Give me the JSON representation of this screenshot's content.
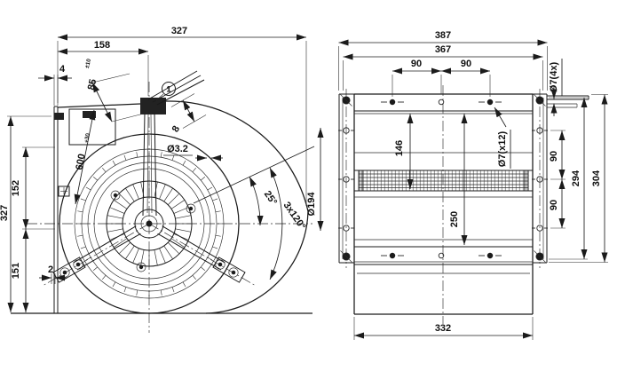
{
  "side": {
    "w327": "327",
    "w158": "158",
    "o4": "4",
    "cp": "85",
    "cpt": "±10",
    "c1": "1",
    "cw8": "8",
    "cl600": "600",
    "clt": "+30",
    "rod": "Ø3.2",
    "a25": "25°",
    "a120": "3x120°",
    "h327": "327",
    "h152": "152",
    "h151": "151",
    "o2": "2"
  },
  "front": {
    "w387": "387",
    "w367": "367",
    "s90l": "90",
    "s90r": "90",
    "h7x4": "Ø7(4x)",
    "h146": "146",
    "h7x12": "Ø7(x12)",
    "d194": "Ø194",
    "h250": "250",
    "r90u": "90",
    "r90d": "90",
    "r294": "294",
    "r304": "304",
    "w332": "332"
  },
  "meta": {
    "line_color": "#1b1b1b",
    "background": "#ffffff"
  }
}
